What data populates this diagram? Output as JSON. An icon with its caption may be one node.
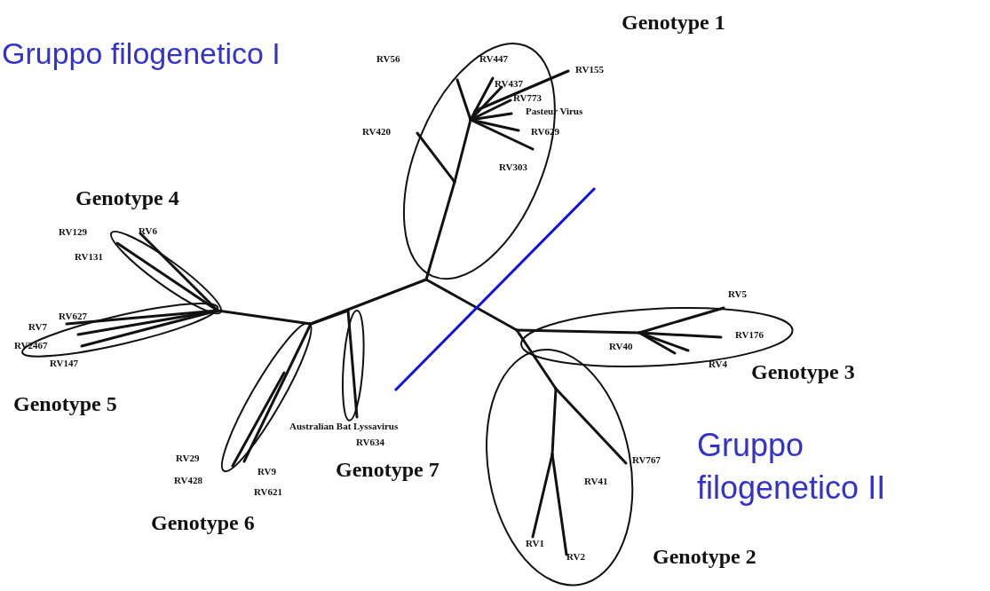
{
  "diagram": {
    "nodes": [
      {
        "text": [
          "Genotype 1"
        ]
      },
      {
        "text": [
          "Genotype 4"
        ]
      },
      {
        "text": [
          "Genotype 5"
        ]
      },
      {
        "text": [
          "Genotype 3"
        ]
      },
      {
        "text": [
          "Genotype 7"
        ]
      },
      {
        "text": [
          "Genotype 6"
        ]
      },
      {
        "text": [
          "Genotype 2"
        ]
      }
    ],
    "edges": [],
    "labels": [
      "Gruppo filogenetico I",
      "RV56",
      "RV447",
      "RV155",
      "RV437",
      "RV773",
      "Pasteur Virus",
      "RV420",
      "RV629",
      "RV303",
      "RV129",
      "RV6",
      "RV131",
      "RV627",
      "RV7",
      "RV2467",
      "RV147",
      "RV5",
      "RV176",
      "RV40",
      "RV4",
      "Australian Bat Lyssavirus",
      "RV634",
      "RV29",
      "RV9",
      "RV428",
      "RV621",
      "RV767",
      "RV41",
      "Gruppo filogenetico II",
      "RV1",
      "RV2"
    ]
  }
}
